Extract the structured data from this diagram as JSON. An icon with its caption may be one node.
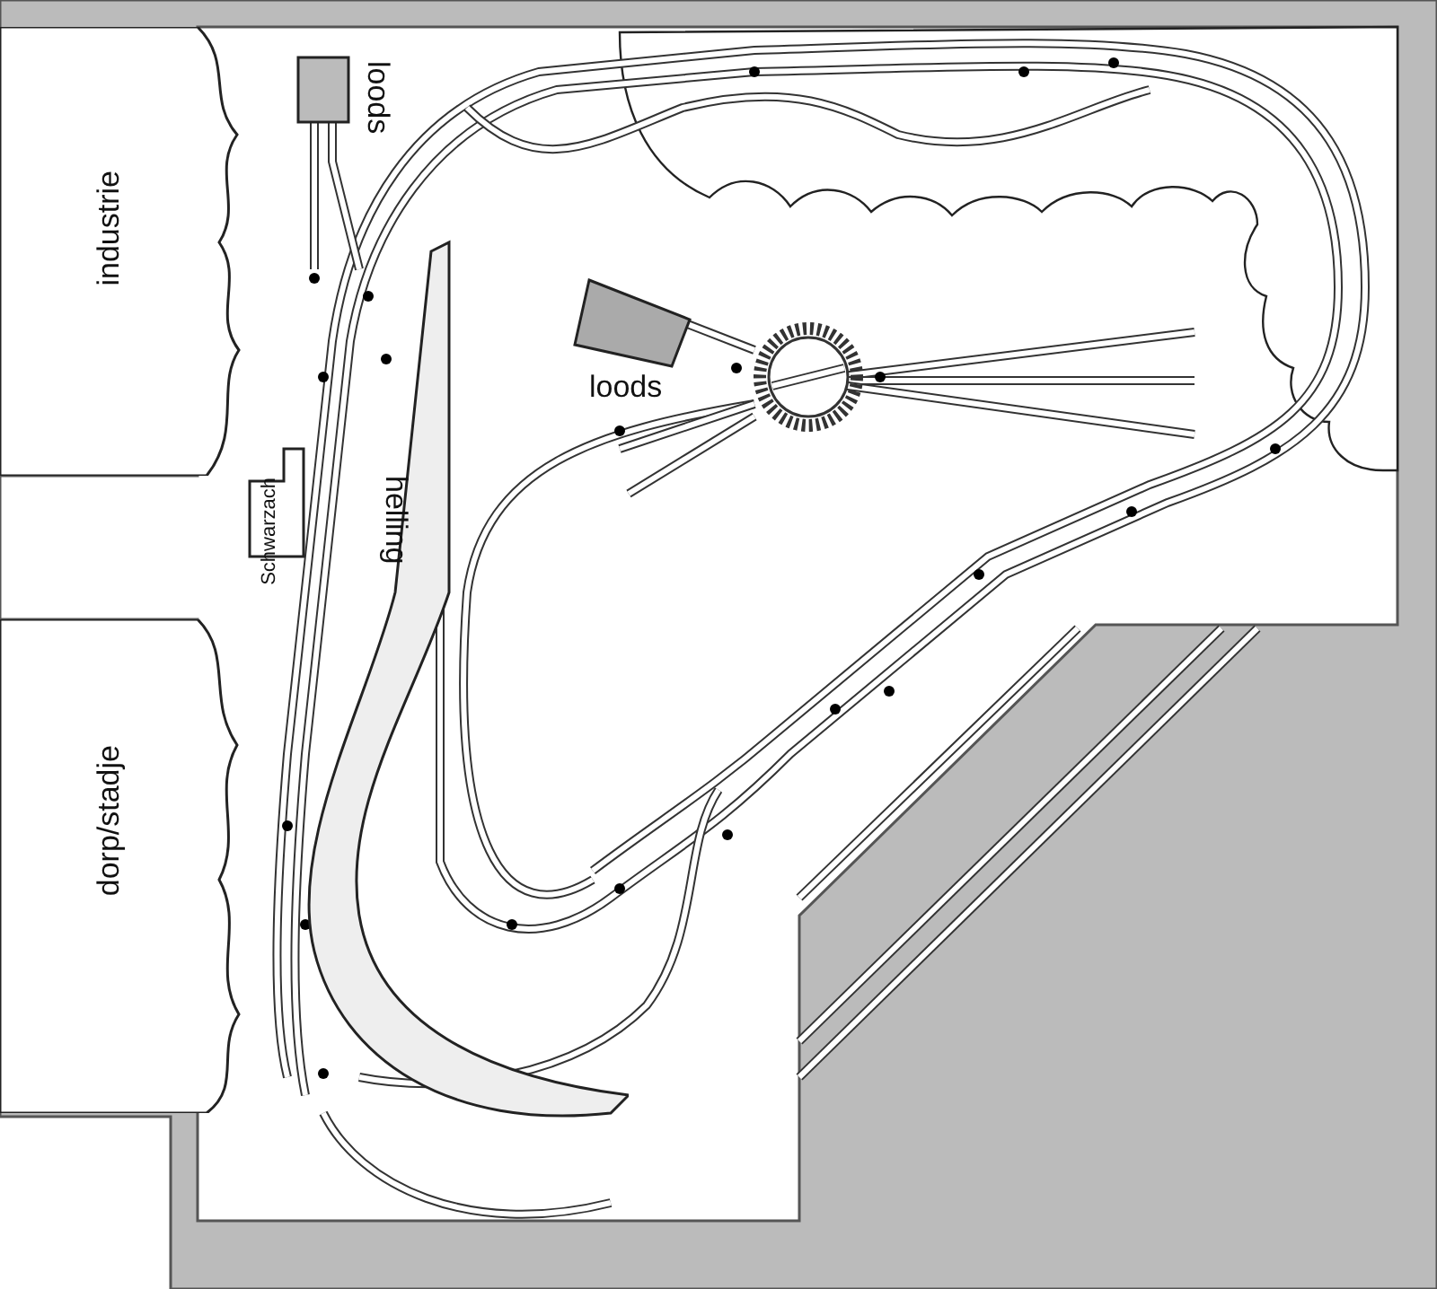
{
  "diagram": {
    "nodes": [
      {
        "text": [
          "industrie"
        ]
      },
      {
        "text": [
          "loods"
        ]
      },
      {
        "text": [
          "Schwarzach"
        ]
      },
      {
        "text": [
          "loods"
        ]
      },
      {
        "text": [
          "helling"
        ]
      },
      {
        "text": [
          "dorp/stadje"
        ]
      }
    ]
  }
}
